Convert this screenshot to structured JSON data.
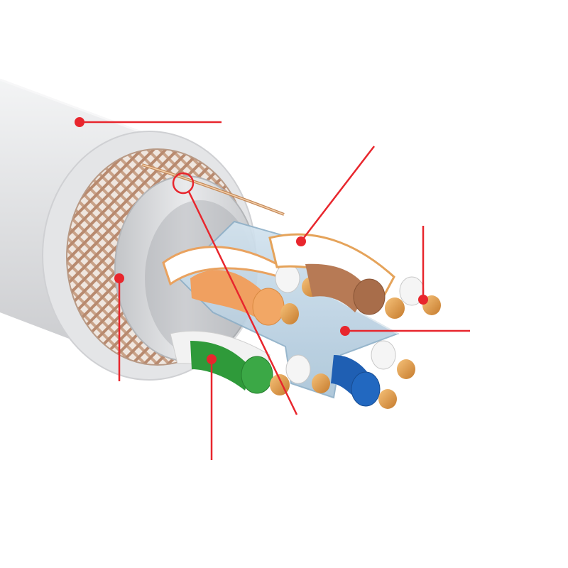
{
  "colors": {
    "background": "#ffffff",
    "jacket": "#e3e4e6",
    "braid": "#c8a48e",
    "foil": "#d4d6d8",
    "separator": "#b9d2e4",
    "copper": "#d8913f",
    "pair_orange": "#f0a060",
    "pair_brown": "#a86d4a",
    "pair_green": "#2f9a3a",
    "pair_blue": "#1f5fb3",
    "callout": "#e8262d"
  },
  "pairs": [
    {
      "color": "orange"
    },
    {
      "color": "brown"
    },
    {
      "color": "green"
    },
    {
      "color": "blue"
    }
  ],
  "callouts": [
    {
      "target": "outer-jacket"
    },
    {
      "target": "braid-shield"
    },
    {
      "target": "pair-foil"
    },
    {
      "target": "cross-separator"
    },
    {
      "target": "copper-conductor"
    },
    {
      "target": "insulation"
    },
    {
      "target": "drain-wire"
    }
  ]
}
